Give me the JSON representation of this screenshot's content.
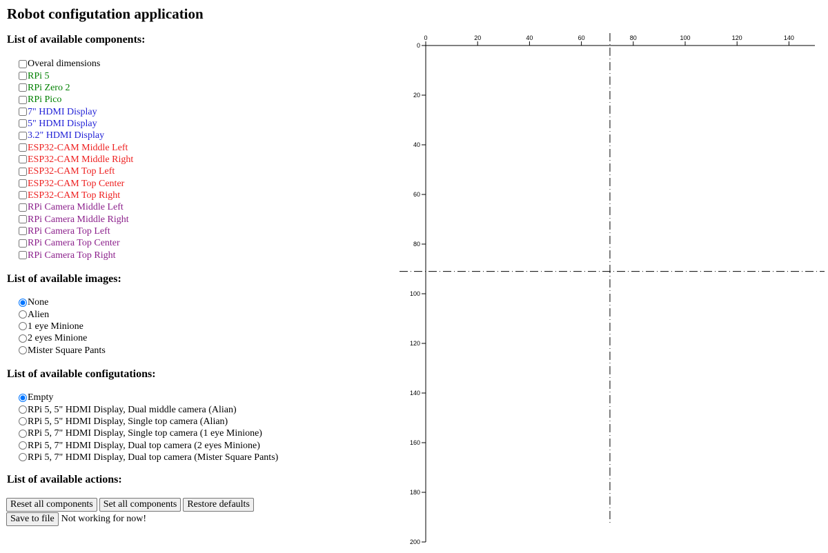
{
  "app": {
    "title": "Robot configutation application"
  },
  "components": {
    "heading": "List of available components:",
    "items": [
      {
        "label": "Overal dimensions",
        "color": "#000000",
        "checked": false
      },
      {
        "label": "RPi 5",
        "color": "#008000",
        "checked": false
      },
      {
        "label": "RPi Zero 2",
        "color": "#008000",
        "checked": false
      },
      {
        "label": "RPi Pico",
        "color": "#008000",
        "checked": false
      },
      {
        "label": "7\" HDMI Display",
        "color": "#1f1fd6",
        "checked": false
      },
      {
        "label": "5\" HDMI Display",
        "color": "#1f1fd6",
        "checked": false
      },
      {
        "label": "3.2\" HDMI Display",
        "color": "#1f1fd6",
        "checked": false
      },
      {
        "label": "ESP32-CAM Middle Left",
        "color": "#ee2020",
        "checked": false
      },
      {
        "label": "ESP32-CAM Middle Right",
        "color": "#ee2020",
        "checked": false
      },
      {
        "label": "ESP32-CAM Top Left",
        "color": "#ee2020",
        "checked": false
      },
      {
        "label": "ESP32-CAM Top Center",
        "color": "#ee2020",
        "checked": false
      },
      {
        "label": "ESP32-CAM Top Right",
        "color": "#ee2020",
        "checked": false
      },
      {
        "label": "RPi Camera Middle Left",
        "color": "#8b1f8b",
        "checked": false
      },
      {
        "label": "RPi Camera Middle Right",
        "color": "#8b1f8b",
        "checked": false
      },
      {
        "label": "RPi Camera Top Left",
        "color": "#8b1f8b",
        "checked": false
      },
      {
        "label": "RPi Camera Top Center",
        "color": "#8b1f8b",
        "checked": false
      },
      {
        "label": "RPi Camera Top Right",
        "color": "#8b1f8b",
        "checked": false
      }
    ]
  },
  "images": {
    "heading": "List of available images:",
    "selected_index": 0,
    "items": [
      "None",
      "Alien",
      "1 eye Minione",
      "2 eyes Minione",
      "Mister Square Pants"
    ]
  },
  "configurations": {
    "heading": "List of available configutations:",
    "selected_index": 0,
    "items": [
      "Empty",
      "RPi 5, 5\" HDMI Display, Dual middle camera (Alian)",
      "RPi 5, 5\" HDMI Display, Single top camera (Alian)",
      "RPi 5, 7\" HDMI Display, Single top camera (1 eye Minione)",
      "RPi 5, 7\" HDMI Display, Dual top camera (2 eyes Minione)",
      "RPi 5, 7\" HDMI Display, Dual top camera (Mister Square Pants)"
    ]
  },
  "actions": {
    "heading": "List of available actions:",
    "reset_label": "Reset all components",
    "set_label": "Set all components",
    "restore_label": "Restore defaults",
    "save_label": "Save to file",
    "save_note": "Not working for now!"
  },
  "canvas": {
    "x_ticks": [
      0,
      20,
      40,
      60,
      80,
      100,
      120,
      140
    ],
    "y_ticks": [
      0,
      20,
      40,
      60,
      80,
      100,
      120,
      140,
      160,
      180,
      200
    ],
    "x_max": 150,
    "y_max": 200,
    "center_x": 71,
    "center_y": 91
  }
}
